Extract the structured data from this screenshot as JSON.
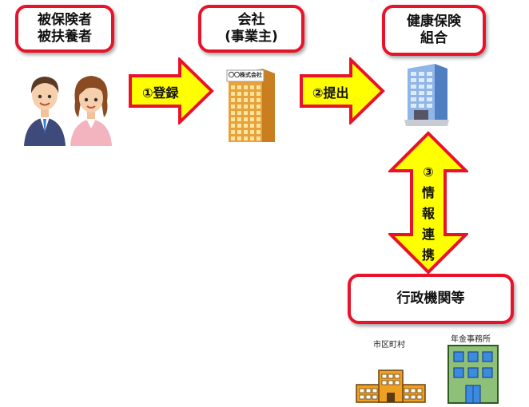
{
  "boxes": {
    "insured": {
      "line1": "被保険者",
      "line2": "被扶養者"
    },
    "company": {
      "line1": "会社",
      "line2": "(事業主)"
    },
    "union": {
      "line1": "健康保険",
      "line2": "組合"
    },
    "admin": {
      "line1": "行政機関等"
    }
  },
  "arrows": {
    "register": "①登録",
    "submit": "②提出",
    "link": {
      "num": "③",
      "chars": [
        "情",
        "報",
        "連",
        "携"
      ]
    }
  },
  "building_sign": "〇〇株式会社",
  "captions": {
    "municipal": "市区町村",
    "pension": "年金事務所"
  },
  "colors": {
    "box_border": "#e8132a",
    "arrow_fill": "#ffff00",
    "arrow_stroke": "#e8132a"
  }
}
